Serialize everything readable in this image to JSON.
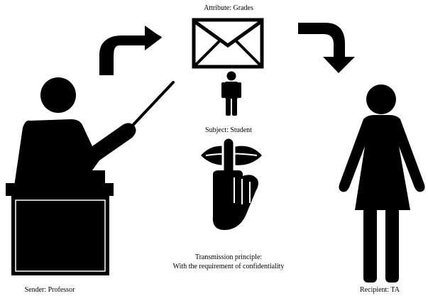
{
  "labels": {
    "attribute": "Attribute: Grades",
    "subject": "Subject: Student",
    "transmission_principle_title": "Transmission principle:",
    "transmission_principle_value": "With the requirement of confidentiality",
    "sender": "Sender: Professor",
    "recipient": "Recipient: TA"
  },
  "icons": {
    "sender": "teacher-at-lectern-with-pointer-icon",
    "attribute": "envelope-icon",
    "subject": "person-icon",
    "transmission": "hush-finger-on-lips-icon",
    "recipient": "woman-icon",
    "flow_in": "curved-arrow-right-icon",
    "flow_out": "curved-arrow-down-icon"
  },
  "colors": {
    "ink": "#000000",
    "background": "#ffffff"
  }
}
